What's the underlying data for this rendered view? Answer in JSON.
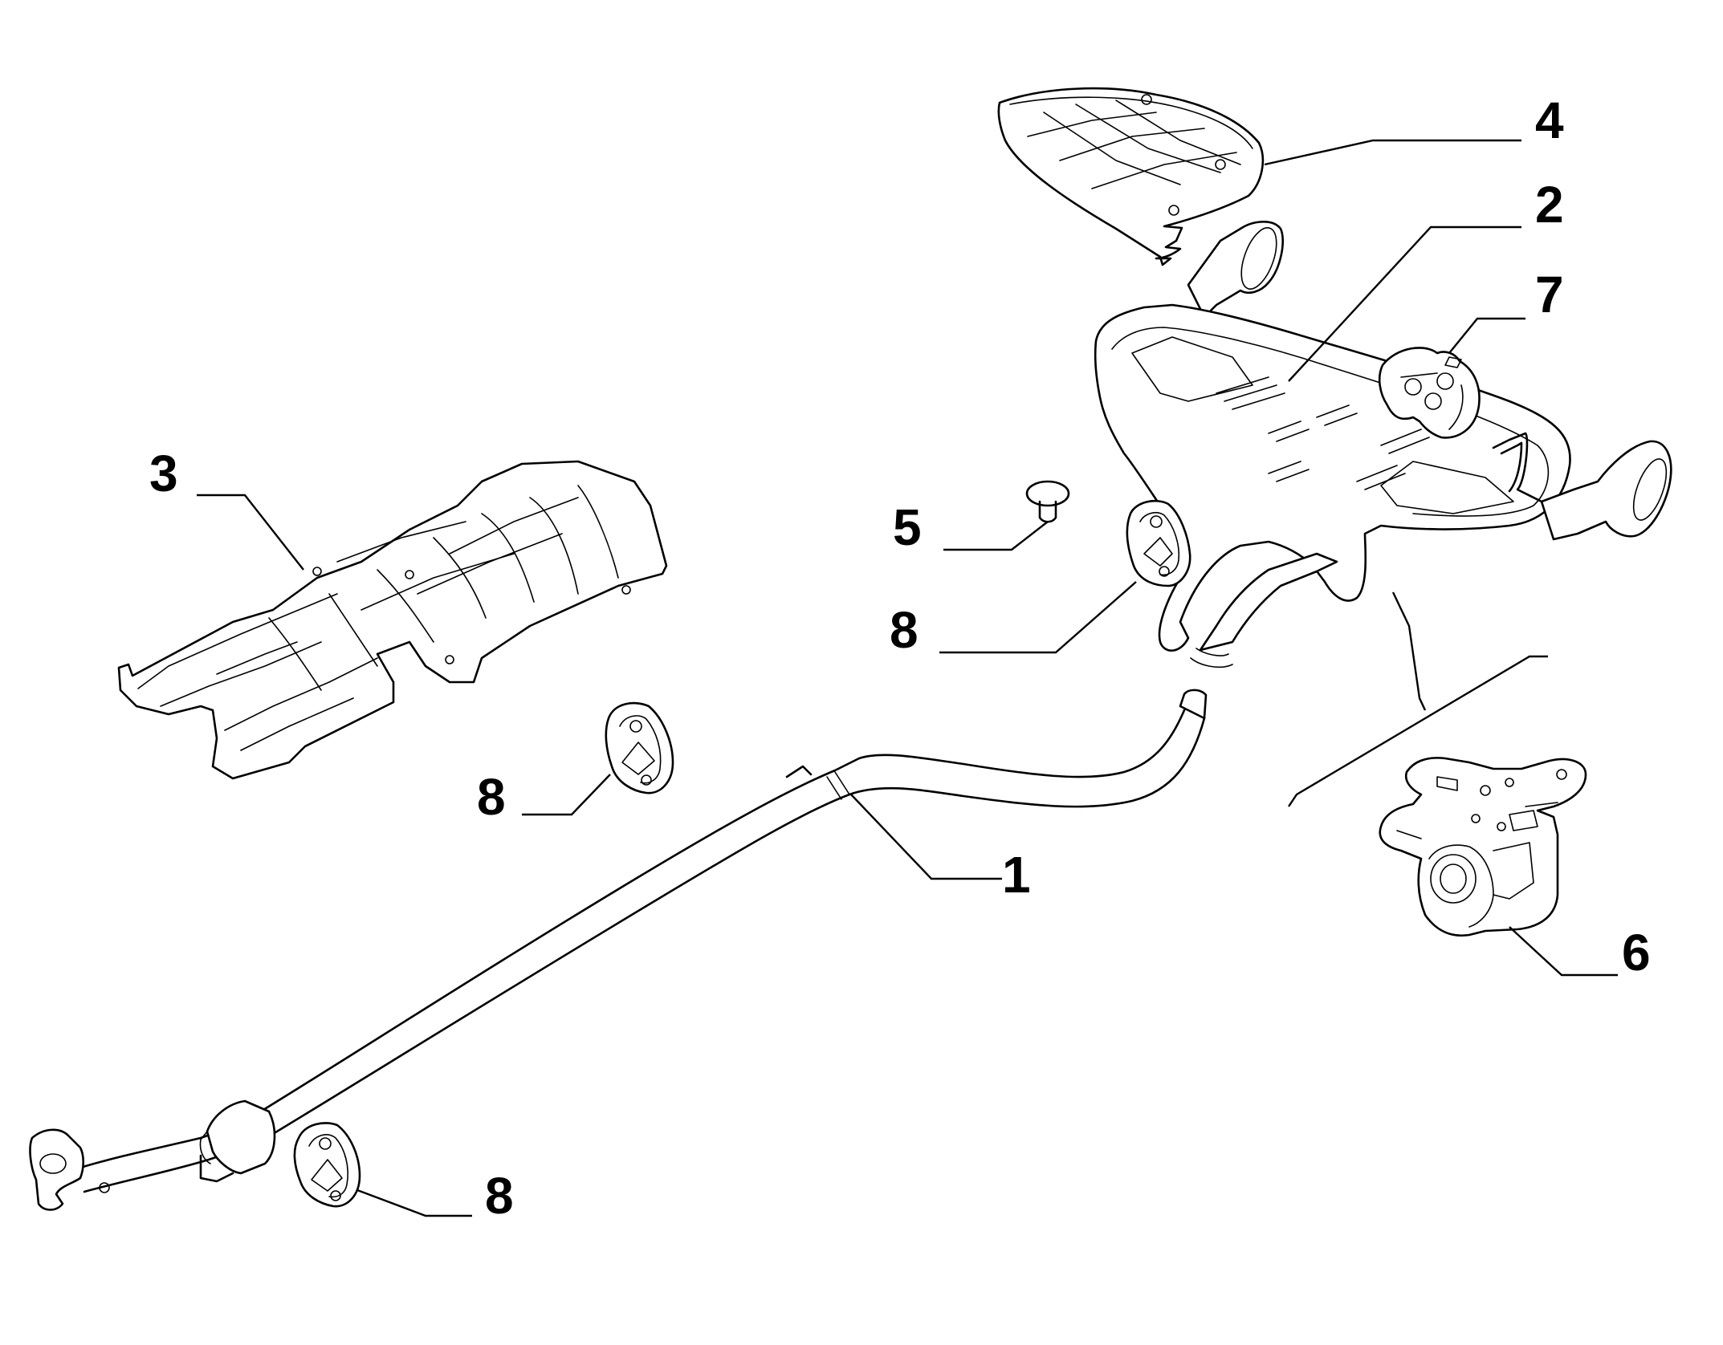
{
  "diagram": {
    "callouts": [
      {
        "id": "1",
        "label": "1"
      },
      {
        "id": "2",
        "label": "2"
      },
      {
        "id": "3",
        "label": "3"
      },
      {
        "id": "4",
        "label": "4"
      },
      {
        "id": "5",
        "label": "5"
      },
      {
        "id": "6",
        "label": "6"
      },
      {
        "id": "7",
        "label": "7"
      },
      {
        "id": "8a",
        "label": "8"
      },
      {
        "id": "8b",
        "label": "8"
      },
      {
        "id": "8c",
        "label": "8"
      }
    ]
  }
}
